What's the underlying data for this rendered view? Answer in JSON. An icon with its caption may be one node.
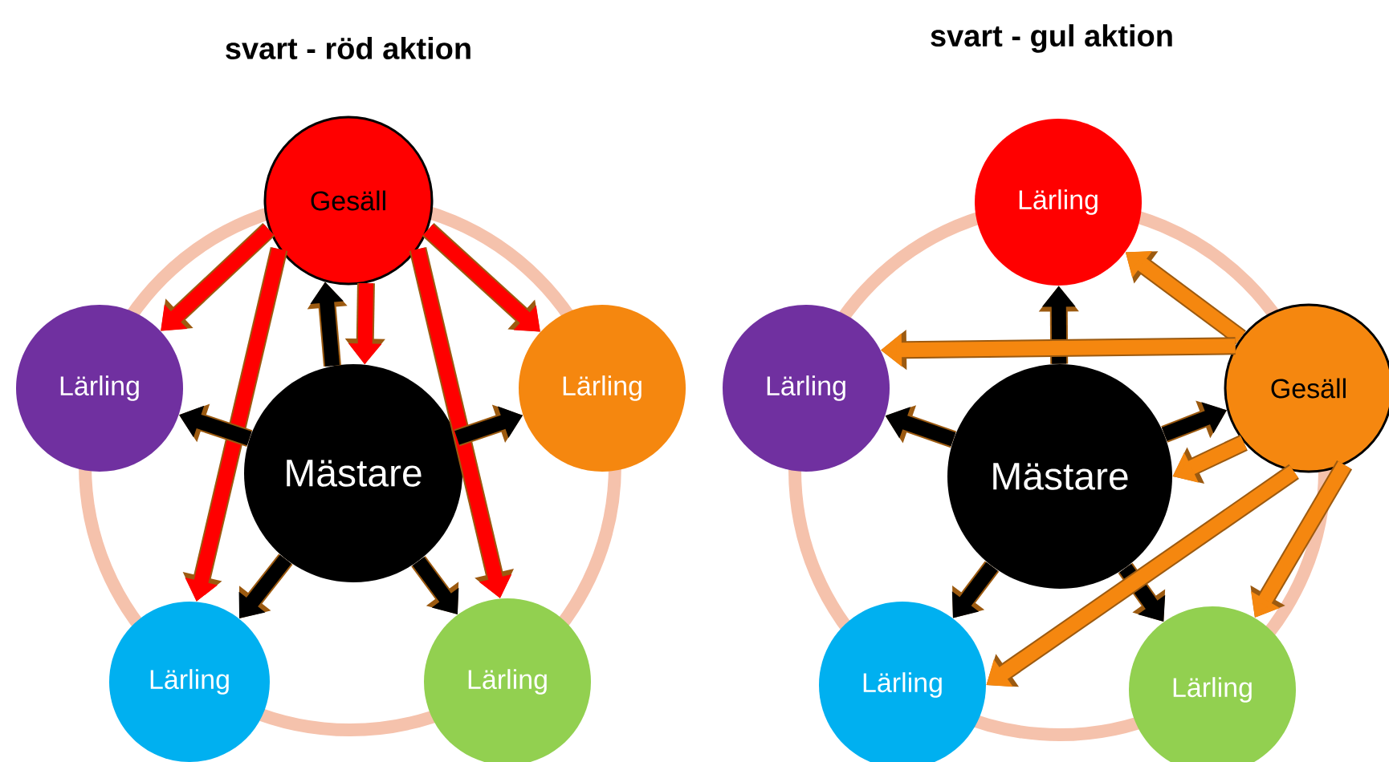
{
  "diagram": {
    "nodes": [
      {
        "text": [
          "Gesäll"
        ]
      },
      {
        "text": [
          "Lärling"
        ]
      },
      {
        "text": [
          "Mästare"
        ]
      },
      {
        "text": [
          "Lärling"
        ]
      },
      {
        "text": [
          "Lärling"
        ]
      },
      {
        "text": [
          "Lärling"
        ]
      },
      {
        "text": [
          "Lärling"
        ]
      },
      {
        "text": [
          "Lärling"
        ]
      },
      {
        "text": [
          "Gesäll"
        ]
      },
      {
        "text": [
          "Mästare"
        ]
      },
      {
        "text": [
          "Lärling"
        ]
      },
      {
        "text": [
          "Lärling"
        ]
      }
    ],
    "edges": [
      {
        "from": 0,
        "to": 1,
        "arrow": "to",
        "color": "#ff0000"
      },
      {
        "from": 0,
        "to": 3,
        "arrow": "to",
        "color": "#ff0000"
      },
      {
        "from": 0,
        "to": 4,
        "arrow": "to",
        "color": "#ff0000"
      },
      {
        "from": 0,
        "to": 5,
        "arrow": "to",
        "color": "#ff0000"
      },
      {
        "from": 0,
        "to": 2,
        "arrow": "to",
        "color": "#ff0000"
      },
      {
        "from": 2,
        "to": 0,
        "arrow": "to"
      },
      {
        "from": 2,
        "to": 1,
        "arrow": "to"
      },
      {
        "from": 2,
        "to": 3,
        "arrow": "to"
      },
      {
        "from": 2,
        "to": 4,
        "arrow": "to"
      },
      {
        "from": 2,
        "to": 5,
        "arrow": "to"
      },
      {
        "from": 9,
        "to": 6,
        "arrow": "to"
      },
      {
        "from": 8,
        "to": 6,
        "arrow": "to",
        "color": "#f5870f"
      },
      {
        "from": 8,
        "to": 7,
        "arrow": "to",
        "color": "#f5870f"
      },
      {
        "from": 9,
        "to": 7,
        "arrow": "to"
      },
      {
        "from": 9,
        "to": 8,
        "arrow": "to"
      },
      {
        "from": 8,
        "to": 9,
        "arrow": "to",
        "color": "#f5870f"
      },
      {
        "from": 9,
        "to": 10,
        "arrow": "to"
      },
      {
        "from": 9,
        "to": 11,
        "arrow": "to"
      },
      {
        "from": 8,
        "to": 10,
        "arrow": "to",
        "color": "#f5870f"
      },
      {
        "from": 8,
        "to": 11,
        "arrow": "to",
        "color": "#f5870f"
      }
    ],
    "labels": [
      "svart - röd aktion",
      "svart - gul aktion"
    ]
  }
}
